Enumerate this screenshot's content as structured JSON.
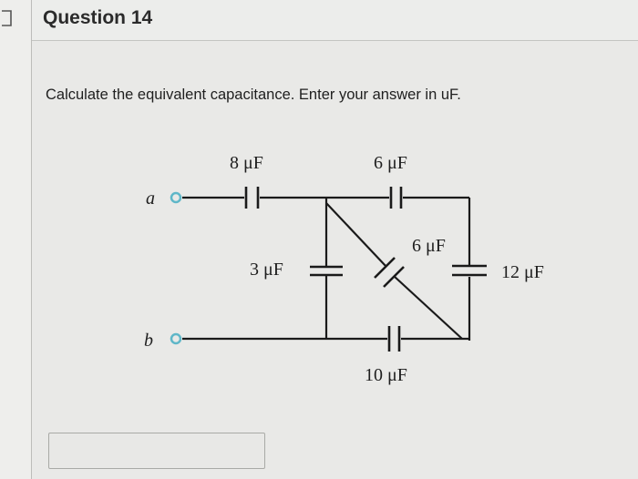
{
  "question": {
    "title": "Question 14",
    "prompt": "Calculate the equivalent capacitance. Enter your answer in uF."
  },
  "circuit": {
    "terminals": {
      "a": "a",
      "b": "b"
    },
    "capacitors": {
      "c1": "8 μF",
      "c2": "6 μF",
      "c3": "3 μF",
      "c4": "6 μF",
      "c5": "12 μF",
      "c6": "10 μF"
    }
  },
  "answer": {
    "value": "",
    "placeholder": ""
  },
  "colors": {
    "terminal": "#5fb7c8",
    "wire": "#1a1a1a"
  },
  "icons": {
    "collapse": "chevron-left-icon"
  }
}
